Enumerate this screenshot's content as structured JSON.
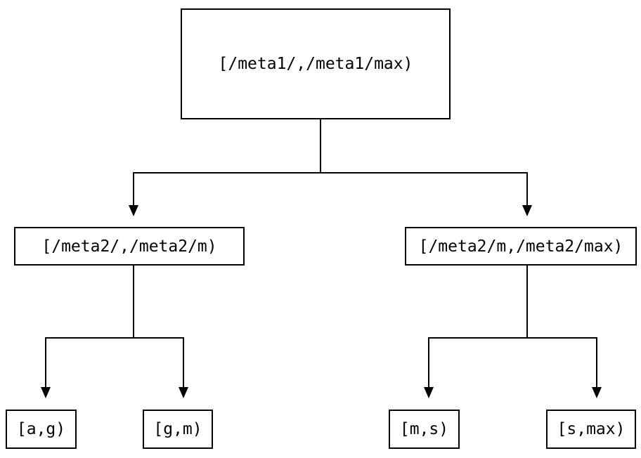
{
  "diagram": {
    "background_color": "#ffffff",
    "line_color": "#000000",
    "nodes": {
      "root": {
        "label": "[/meta1/,/meta1/max)"
      },
      "level1_left": {
        "label": "[/meta2/,/meta2/m)"
      },
      "level1_right": {
        "label": "[/meta2/m,/meta2/max)"
      },
      "leaf_a_g": {
        "label": "[a,g)"
      },
      "leaf_g_m": {
        "label": "[g,m)"
      },
      "leaf_m_s": {
        "label": "[m,s)"
      },
      "leaf_s_max": {
        "label": "[s,max)"
      }
    }
  }
}
